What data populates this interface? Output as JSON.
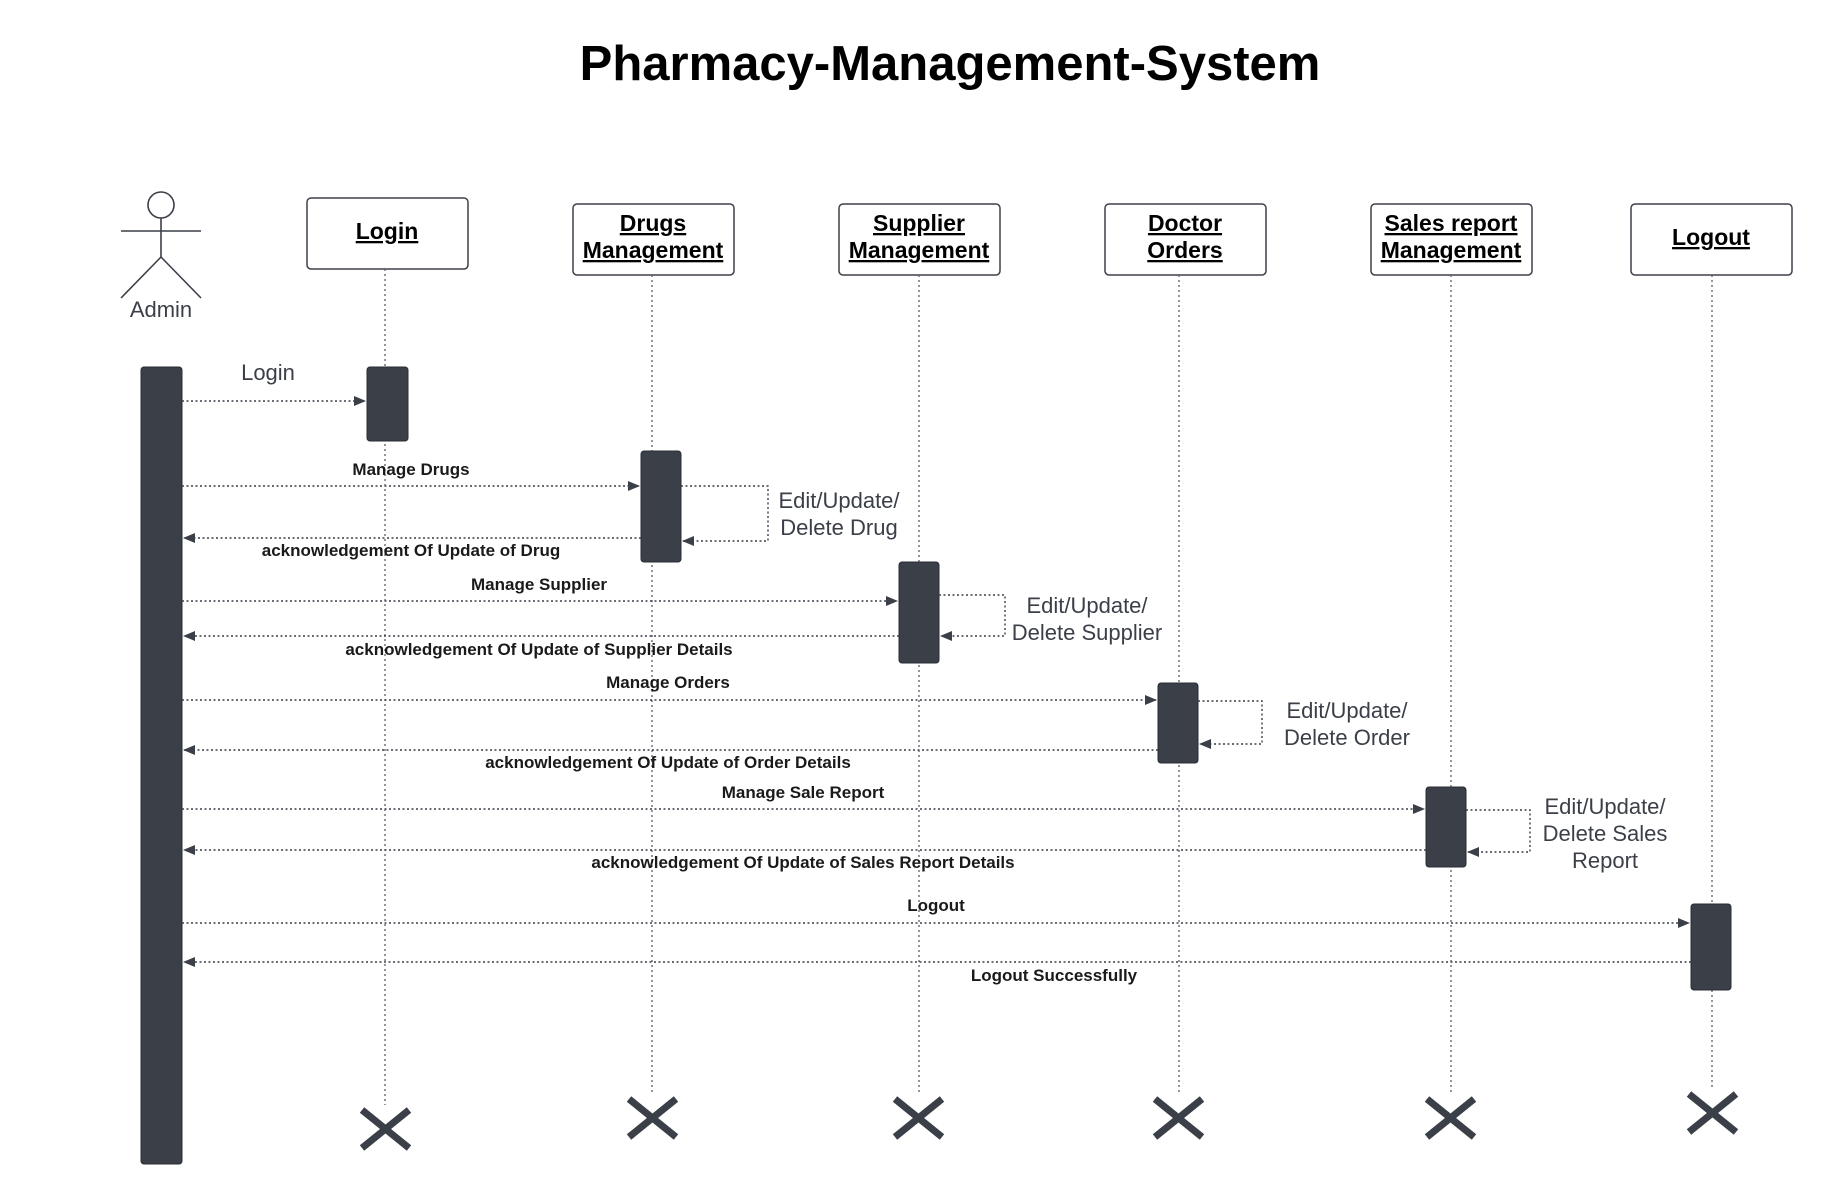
{
  "title": "Pharmacy-Management-System",
  "actor": {
    "label": "Admin"
  },
  "lifelines": [
    {
      "id": "login",
      "lines": [
        "Login"
      ]
    },
    {
      "id": "drugs",
      "lines": [
        "Drugs",
        "Management"
      ]
    },
    {
      "id": "supplier",
      "lines": [
        "Supplier",
        "Management"
      ]
    },
    {
      "id": "doctor",
      "lines": [
        "Doctor",
        "Orders"
      ]
    },
    {
      "id": "sales",
      "lines": [
        "Sales report",
        "Management"
      ]
    },
    {
      "id": "logout",
      "lines": [
        "Logout"
      ]
    }
  ],
  "messages": {
    "login": "Login",
    "manage_drugs": "Manage Drugs",
    "ack_drugs": "acknowledgement  Of Update of Drug",
    "manage_supplier": "Manage Supplier",
    "ack_supplier": "acknowledgement  Of Update of Supplier Details",
    "manage_orders": "Manage Orders",
    "ack_orders": "acknowledgement  Of Update of Order Details",
    "manage_sale_report": "Manage Sale Report",
    "ack_sales": "acknowledgement  Of Update of Sales Report Details",
    "logout": "Logout",
    "logout_success": "Logout Successfully"
  },
  "self_calls": {
    "drugs": [
      "Edit/Update/",
      "Delete Drug"
    ],
    "supplier": [
      "Edit/Update/",
      "Delete Supplier"
    ],
    "orders": [
      "Edit/Update/",
      "Delete Order"
    ],
    "sales": [
      "Edit/Update/",
      "Delete Sales",
      "Report"
    ]
  },
  "colors": {
    "activation": "#3b3f48",
    "line": "#3b3f48",
    "box_border": "#3d4149"
  }
}
